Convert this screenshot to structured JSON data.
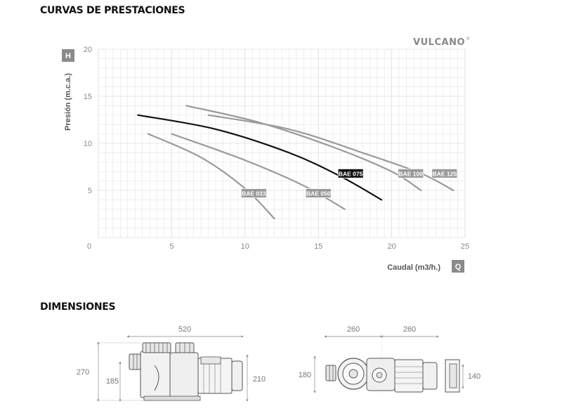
{
  "titles": {
    "curves": "CURVAS DE PRESTACIONES",
    "dimensions": "DIMENSIONES"
  },
  "brand": "VULCANO",
  "brand_mark": "®",
  "chart_data": {
    "type": "line",
    "xlabel": "Caudal (m3/h.)",
    "ylabel": "Presión (m.c.a.)",
    "x_axis_badge": "Q",
    "y_axis_badge": "H",
    "xlim": [
      0,
      25
    ],
    "ylim": [
      0,
      20
    ],
    "xticks": [
      0,
      5,
      10,
      15,
      20,
      25
    ],
    "yticks": [
      5,
      10,
      15,
      20
    ],
    "grid": true,
    "series": [
      {
        "name": "BAE 033",
        "color": "#9a9a9a",
        "highlight": false,
        "x": [
          3.4,
          7.0,
          10.0,
          12.0
        ],
        "y": [
          11.0,
          8.5,
          5.2,
          2.0
        ],
        "label_at": [
          10.6,
          4.7
        ]
      },
      {
        "name": "BAE 050",
        "color": "#9a9a9a",
        "highlight": false,
        "x": [
          5.0,
          10.0,
          14.0,
          16.8
        ],
        "y": [
          11.0,
          8.2,
          5.5,
          3.0
        ],
        "label_at": [
          15.0,
          4.7
        ]
      },
      {
        "name": "BAE 075",
        "color": "#111111",
        "highlight": true,
        "x": [
          2.7,
          8.0,
          13.0,
          16.5,
          19.3
        ],
        "y": [
          13.0,
          11.5,
          9.0,
          6.5,
          4.0
        ],
        "label_at": [
          17.2,
          6.8
        ]
      },
      {
        "name": "BAE 100",
        "color": "#9a9a9a",
        "highlight": false,
        "x": [
          6.0,
          11.0,
          16.0,
          20.0,
          22.0
        ],
        "y": [
          14.0,
          12.2,
          9.6,
          7.0,
          5.0
        ],
        "label_at": [
          21.3,
          6.8
        ]
      },
      {
        "name": "BAE 125",
        "color": "#9a9a9a",
        "highlight": false,
        "x": [
          7.5,
          13.0,
          18.0,
          22.0,
          24.2
        ],
        "y": [
          13.0,
          11.5,
          9.0,
          6.8,
          5.0
        ],
        "label_at": [
          23.6,
          6.8
        ]
      }
    ]
  },
  "dimensions": {
    "side_view": {
      "width": "520",
      "height_total": "270",
      "height_axis": "185",
      "height_motor": "210"
    },
    "top_view": {
      "width_left": "260",
      "width_right": "260",
      "depth": "180"
    },
    "end_view": {
      "height": "140"
    }
  }
}
